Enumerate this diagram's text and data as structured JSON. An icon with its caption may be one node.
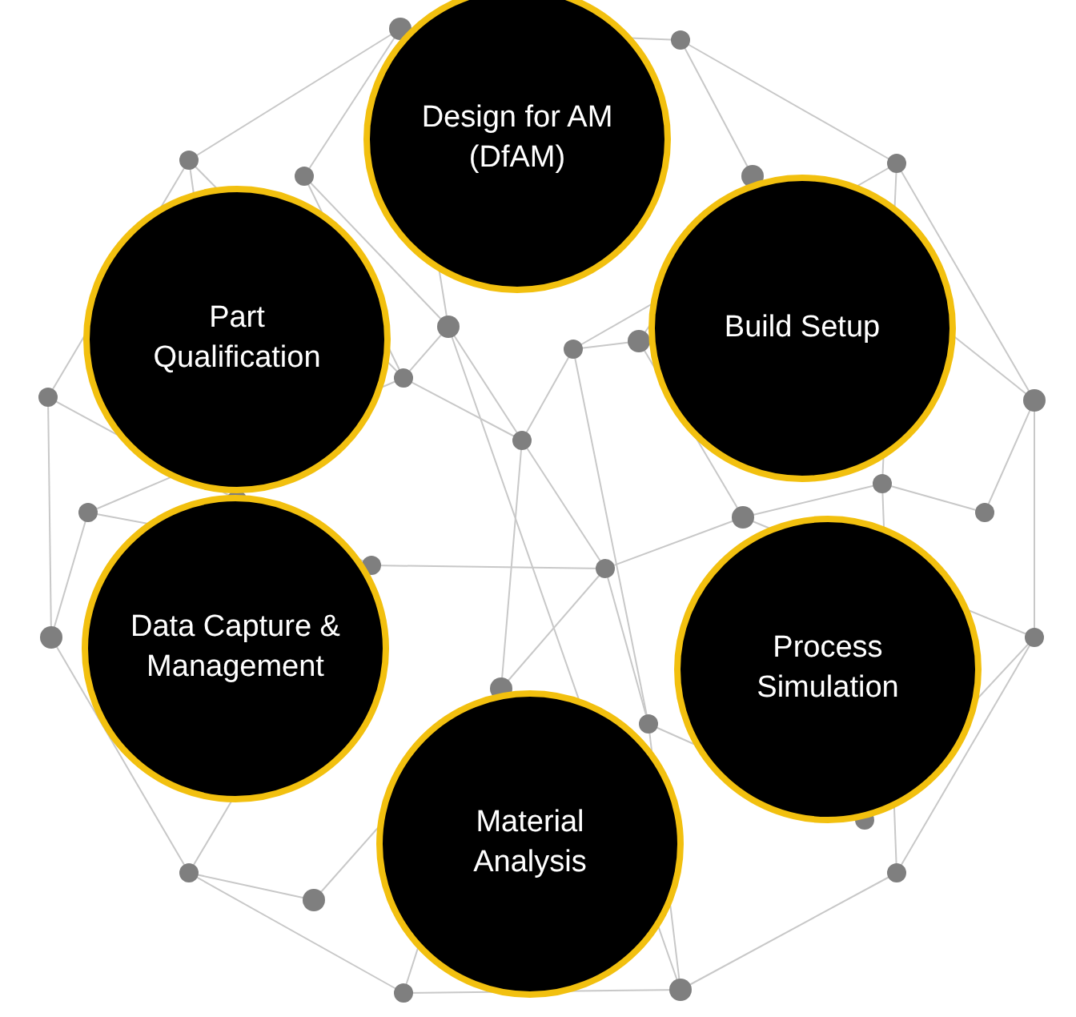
{
  "diagram": {
    "nodes": [
      {
        "text": [
          "Design for AM (DfAM)"
        ]
      },
      {
        "text": [
          "Part Qualification"
        ]
      },
      {
        "text": [
          "Build Setup"
        ]
      },
      {
        "text": [
          "Data Capture & Management"
        ]
      },
      {
        "text": [
          "Process Simulation"
        ]
      },
      {
        "text": [
          "Material Analysis"
        ]
      }
    ]
  }
}
